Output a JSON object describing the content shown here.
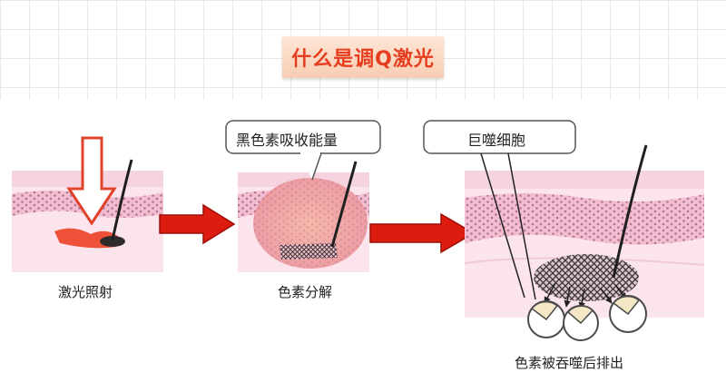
{
  "title": "什么是调Q激光",
  "steps": [
    {
      "label": "激光照射"
    },
    {
      "label": "色素分解"
    },
    {
      "label": "色素被吞噬后排出"
    }
  ],
  "callouts": {
    "melanin": "黑色素吸收能量",
    "macrophage": "巨噬细胞"
  },
  "colors": {
    "accent_red": "#e8301c",
    "title_banner": "#f8cdb2",
    "skin_pink": "#f3bcd0",
    "dots": "#9a5f7c",
    "pigment_dark": "#3c3033"
  }
}
